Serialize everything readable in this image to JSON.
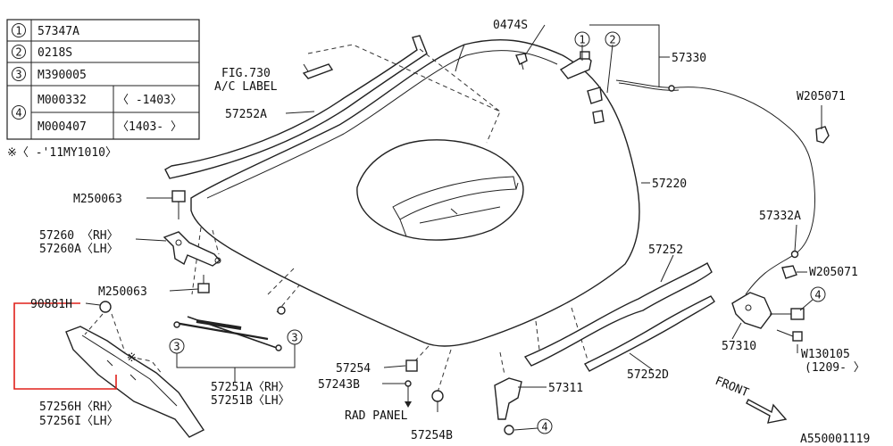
{
  "legend_table": {
    "rows": [
      {
        "num": "1",
        "parts": [
          "57347A"
        ]
      },
      {
        "num": "2",
        "parts": [
          "0218S"
        ]
      },
      {
        "num": "3",
        "parts": [
          "M390005"
        ]
      },
      {
        "num": "4",
        "parts": [
          "M000332",
          "M000407"
        ],
        "ranges": [
          "〈   -1403〉",
          "〈1403-    〉"
        ]
      }
    ],
    "note": "※〈   -'11MY1010〉"
  },
  "labels": {
    "fig730": "FIG.730",
    "ac_label": "A/C LABEL",
    "p57252A": "57252A",
    "p0474S": "0474S",
    "p57330": "57330",
    "pW205071a": "W205071",
    "p57220": "57220",
    "pM250063a": "M250063",
    "p57260": "57260 〈RH〉",
    "p57260A": "57260A〈LH〉",
    "pM250063b": "M250063",
    "p90881H": "90881H",
    "p57332A": "57332A",
    "pW205071b": "W205071",
    "p57252": "57252",
    "p57310": "57310",
    "pW130105": "W130105",
    "pW130105_range": "(1209-   〉",
    "p57254": "57254",
    "p57243B": "57243B",
    "rad_panel": "RAD PANEL",
    "p57254B": "57254B",
    "p57311": "57311",
    "p57251A": "57251A〈RH〉",
    "p57251B": "57251B〈LH〉",
    "p57252D": "57252D",
    "p57256H": "57256H〈RH〉",
    "p57256I": "57256I〈LH〉",
    "front": "FRONT",
    "asterisk": "※",
    "diagram_code": "A550001119"
  },
  "callouts": {
    "c1": "1",
    "c2": "2",
    "c3": "3",
    "c4": "4"
  }
}
